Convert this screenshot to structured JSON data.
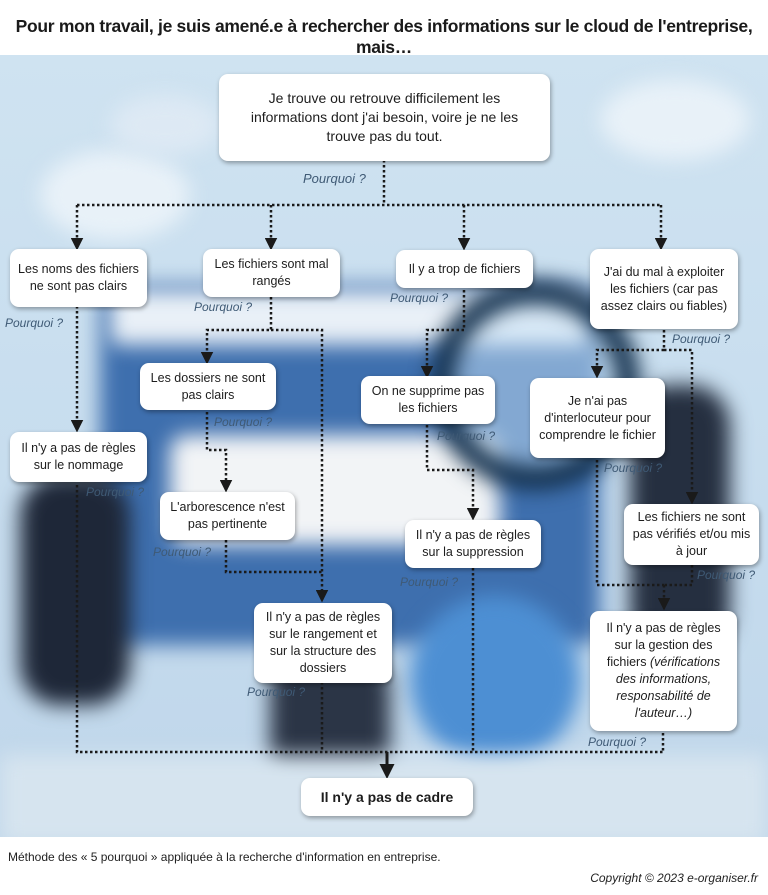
{
  "title": "Pour mon travail, je suis amené.e à rechercher des informations sur le cloud de l'entreprise, mais…",
  "question_label": "Pourquoi ?",
  "boxes": {
    "root": "Je trouve ou retrouve difficilement les informations dont j'ai besoin, voire je ne les trouve pas du tout.",
    "noms_pas_clairs": "Les noms des fichiers ne sont pas clairs",
    "mal_ranges": "Les fichiers sont mal rangés",
    "trop_fichiers": "Il y a trop de fichiers",
    "mal_exploiter": "J'ai du mal à exploiter les fichiers (car pas assez clairs ou fiables)",
    "dossiers_pas_clairs": "Les dossiers ne sont pas clairs",
    "ne_supprime_pas": "On ne supprime pas les fichiers",
    "pas_interlocuteur": "Je n'ai pas d'interlocuteur pour comprendre le fichier",
    "regles_nommage": "Il n'y a pas de règles sur le nommage",
    "arborescence": "L'arborescence n'est pas pertinente",
    "regles_suppression": "Il n'y a pas de règles sur la suppression",
    "pas_verifies": "Les fichiers ne sont pas vérifiés et/ou mis à jour",
    "regles_rangement": "Il n'y a pas de règles sur le rangement et sur la structure des dossiers",
    "regles_gestion_main": "Il n'y a pas de règles sur la gestion des fichiers",
    "regles_gestion_detail": "(vérifications des informations, responsabilité de l'auteur…)",
    "final": "Il n'y a pas de cadre"
  },
  "caption": "Méthode des « 5 pourquoi » appliquée à la recherche d'information en entreprise.",
  "copyright": "Copyright © 2023 e-organiser.fr",
  "colors": {
    "background": "#c8deef",
    "connector": "#1a1a1a",
    "question_text": "#3f5a75",
    "box_fill": "#ffffff"
  }
}
